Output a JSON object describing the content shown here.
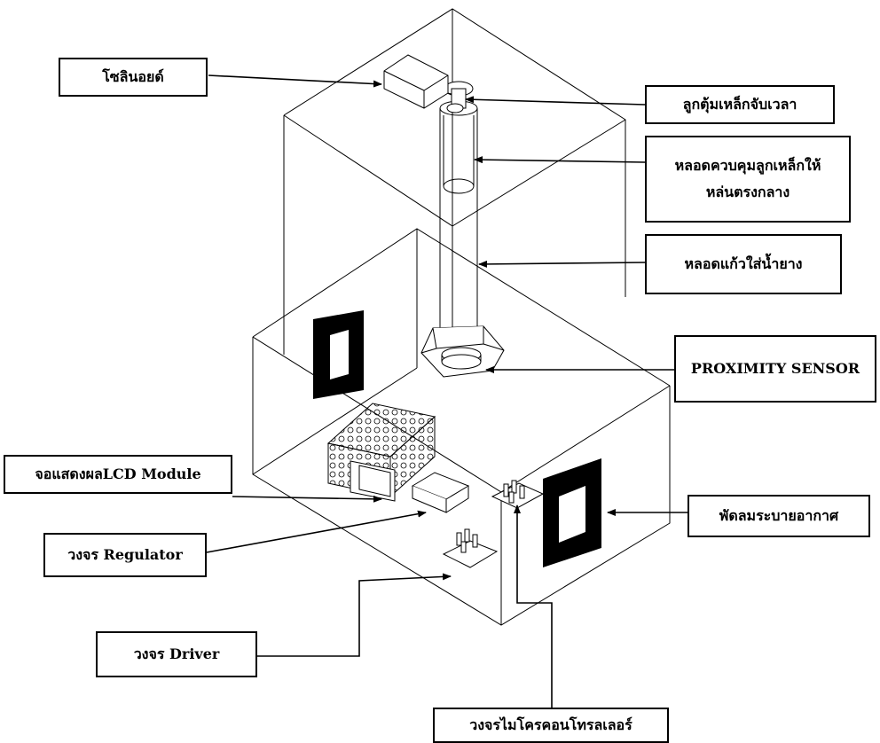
{
  "labels": {
    "solenoid": "โซลินอยด์",
    "timing_ball": "ลูกตุ้มเหล็กจับเวลา",
    "guide_tube_line1": "หลอดควบคุมลูกเหล็กให้",
    "guide_tube_line2": "หล่นตรงกลาง",
    "glass_tube": "หลอดแก้วใส่น้ำยาง",
    "proximity_sensor": "PROXIMITY SENSOR",
    "lcd_module": "จอแสดงผลLCD Module",
    "fan": "พัดลมระบายอากาศ",
    "regulator": "วงจร Regulator",
    "driver": "วงจร Driver",
    "microcontroller": "วงจรไมโครคอนโทรลเลอร์"
  },
  "colors": {
    "line": "#000000",
    "background": "#ffffff"
  }
}
